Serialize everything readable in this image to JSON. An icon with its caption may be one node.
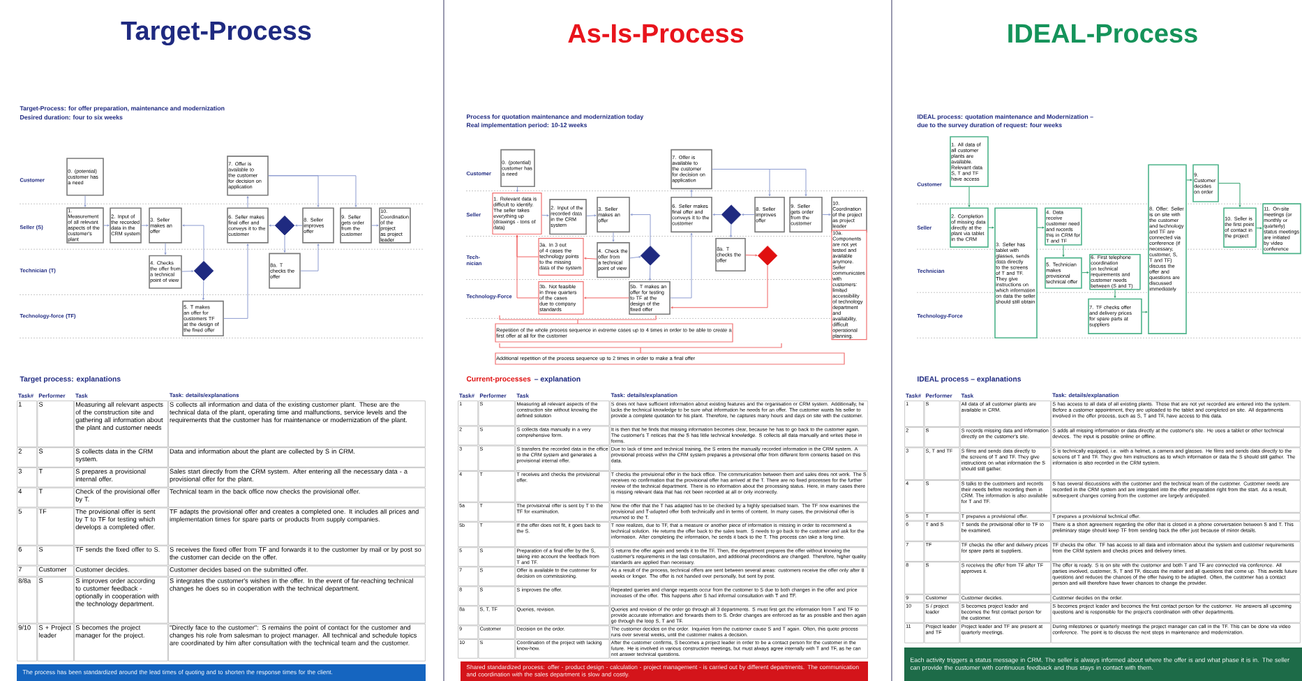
{
  "diagram": {
    "nodes": [
      {
        "text": [
          "0. (potential) customer has a need"
        ]
      },
      {
        "text": [
          "1. Measurement of all relevant aspects of the customer's plant"
        ]
      },
      {
        "text": [
          "2. Input of the recorded data in the CRM system"
        ]
      },
      {
        "text": [
          "3. Seller makes an offer"
        ]
      },
      {
        "text": [
          "4. Checks the offer from a technical point of view"
        ]
      },
      {
        "text": [],
        "shape": "diamond"
      },
      {
        "text": [
          "5. T makes an offer for customers TF at the design of the fixed offer"
        ]
      },
      {
        "text": [
          "7. Offer is available to the customer for decision on application"
        ]
      },
      {
        "text": [
          "6. Seller makes final offer and conveys it to the customer"
        ]
      },
      {
        "text": [],
        "shape": "diamond"
      },
      {
        "text": [
          "8. Seller improves offer"
        ]
      },
      {
        "text": [
          "8a. T checks the offer"
        ]
      },
      {
        "text": [
          "9. Seller gets order from the customer"
        ]
      },
      {
        "text": [
          "10. Coordination of the project as project leader"
        ]
      },
      {
        "text": [
          "0. (potential) customer has a need"
        ]
      },
      {
        "text": [
          "1. Relevant data is difficult to identify. The seller takes everything up (drawings - tons of data)"
        ]
      },
      {
        "text": [
          "2. Input of the recorded data in the CRM system"
        ]
      },
      {
        "text": [
          "3. Seller makes an offer"
        ]
      },
      {
        "text": [
          "3a. In 3 out of 4 cases the technology points to the missing data of the system"
        ]
      },
      {
        "text": [
          "4. Check the offer from a technical point of view"
        ]
      },
      {
        "text": [],
        "shape": "diamond"
      },
      {
        "text": [
          "3b. Not feasible in three quarters of the cases due to company standards"
        ]
      },
      {
        "text": [
          "5b. T makes an offer for testing to TF at the design of the fixed offer"
        ]
      },
      {
        "text": [
          "7. Offer is available to the customer for decision on application"
        ]
      },
      {
        "text": [
          "6. Seller makes final offer and conveys it to the customer"
        ]
      },
      {
        "text": [],
        "shape": "diamond"
      },
      {
        "text": [
          "8. Seller improves offer"
        ]
      },
      {
        "text": [
          "8a. T checks the offer"
        ]
      },
      {
        "text": [],
        "shape": "diamond"
      },
      {
        "text": [
          "9. Seller gets order from the customer"
        ]
      },
      {
        "text": [
          "10. Coordination of the project as project leader"
        ]
      },
      {
        "text": [
          "10a. Components are not yet tested and available anymore. Seller communicates with customers: limited accessibility of technology department and availability, difficult operational planning."
        ]
      },
      {
        "text": [
          "Repetition of the whole process sequence in extreme cases up to 4 times in order to be able to create a first offer at all for the customer"
        ]
      },
      {
        "text": [
          "Additional repetition of the process sequence up to 2 times in order to make a final offer"
        ]
      },
      {
        "text": [
          "1. All data of all customer plants are available. Relevant data S, T and TF have access"
        ]
      },
      {
        "text": [
          "2. Completion of missing data directly at the plant via tablet in the CRM"
        ]
      },
      {
        "text": [
          "3. Seller has tablet with glasses, sends data directly to the screens of T and TF. They give instructions on which information on data the seller should still obtain"
        ]
      },
      {
        "text": [
          "4. Data receive customer need and records this in CRM for T and TF"
        ]
      },
      {
        "text": [
          "5. Technician makes provisional technical offer"
        ]
      },
      {
        "text": [
          "6. First telephone coordination on technical requirements and customer needs between (S and T)"
        ]
      },
      {
        "text": [
          "7. TF checks offer and delivery prices for spare parts at suppliers"
        ]
      },
      {
        "text": [
          "8. Offer: Seller is on site with the customer and technology and TF are connected via conference (if necessary, customer, S, T and TF) discuss the offer and questions are discussed immediately"
        ]
      },
      {
        "text": [
          "9. Customer decides on order"
        ]
      },
      {
        "text": [
          "10. Seller is the first point of contact in the project"
        ]
      },
      {
        "text": [
          "11. On-site meetings (or monthly or quarterly) status meetings are initiated by video conference"
        ]
      }
    ],
    "edges": [
      {
        "from": 0,
        "to": 1,
        "arrow": "to"
      },
      {
        "from": 1,
        "to": 2,
        "arrow": "to"
      },
      {
        "from": 2,
        "to": 3,
        "arrow": "to"
      },
      {
        "from": 3,
        "to": 4,
        "arrow": "to"
      },
      {
        "from": 4,
        "to": 5,
        "arrow": "to"
      },
      {
        "from": 5,
        "to": 6,
        "arrow": "to"
      },
      {
        "from": 5,
        "to": 3,
        "arrow": "to"
      },
      {
        "from": 6,
        "to": 8,
        "arrow": "to"
      },
      {
        "from": 8,
        "to": 7,
        "arrow": "to"
      },
      {
        "from": 7,
        "to": 10,
        "arrow": "to"
      },
      {
        "from": 7,
        "to": 12,
        "arrow": "to"
      },
      {
        "from": 10,
        "to": 9,
        "arrow": "to"
      },
      {
        "from": 9,
        "to": 8,
        "arrow": "to"
      },
      {
        "from": 9,
        "to": 11,
        "arrow": "to"
      },
      {
        "from": 11,
        "to": 10,
        "arrow": "to"
      },
      {
        "from": 12,
        "to": 13,
        "arrow": "to"
      },
      {
        "from": 14,
        "to": 15,
        "arrow": "to"
      },
      {
        "from": 15,
        "to": 16,
        "arrow": "to"
      },
      {
        "from": 16,
        "to": 17,
        "arrow": "to"
      },
      {
        "from": 17,
        "to": 19,
        "arrow": "to"
      },
      {
        "from": 19,
        "to": 20,
        "arrow": "to"
      },
      {
        "from": 20,
        "to": 22,
        "arrow": "to"
      },
      {
        "from": 20,
        "to": 17,
        "arrow": "to"
      },
      {
        "from": 22,
        "to": 24,
        "arrow": "to"
      },
      {
        "from": 24,
        "to": 23,
        "arrow": "to"
      },
      {
        "from": 23,
        "to": 26,
        "arrow": "to"
      },
      {
        "from": 23,
        "to": 29,
        "arrow": "to"
      },
      {
        "from": 26,
        "to": 25,
        "arrow": "to"
      },
      {
        "from": 25,
        "to": 24,
        "arrow": "to"
      },
      {
        "from": 25,
        "to": 27,
        "arrow": "to"
      },
      {
        "from": 27,
        "to": 28,
        "arrow": "to",
        "color": "#f06060"
      },
      {
        "from": 28,
        "to": 22,
        "arrow": "to",
        "color": "#f06060"
      },
      {
        "from": 22,
        "to": 21,
        "arrow": "to",
        "color": "#f06060"
      },
      {
        "from": 21,
        "to": 15,
        "arrow": "to",
        "color": "#f06060"
      },
      {
        "from": 18,
        "to": 15,
        "arrow": "to",
        "color": "#f06060"
      },
      {
        "from": 19,
        "to": 18,
        "arrow": "to",
        "color": "#f06060"
      },
      {
        "from": 29,
        "to": 30,
        "arrow": "to"
      },
      {
        "from": 34,
        "to": 35,
        "arrow": "to",
        "color": "#2e9e6a"
      },
      {
        "from": 35,
        "to": 36,
        "arrow": "to",
        "color": "#2e9e6a"
      },
      {
        "from": 36,
        "to": 37,
        "arrow": "to",
        "color": "#2e9e6a"
      },
      {
        "from": 37,
        "to": 38,
        "arrow": "to",
        "color": "#2e9e6a"
      },
      {
        "from": 38,
        "to": 39,
        "arrow": "to",
        "color": "#2e9e6a"
      },
      {
        "from": 39,
        "to": 40,
        "arrow": "to",
        "color": "#2e9e6a"
      },
      {
        "from": 40,
        "to": 41,
        "arrow": "to",
        "color": "#2e9e6a"
      },
      {
        "from": 41,
        "to": 42,
        "arrow": "to",
        "color": "#2e9e6a"
      },
      {
        "from": 42,
        "to": 43,
        "arrow": "to",
        "color": "#2e9e6a"
      },
      {
        "from": 43,
        "to": 44,
        "arrow": "to",
        "color": "#2e9e6a"
      }
    ],
    "labels": [
      "Target-Process",
      "Target-Process: for offer preparation, maintenance and modernization",
      "Desired duration: four to six weeks",
      "Customer",
      "Seller (S)",
      "Technician (T)",
      "Technology-force (TF)",
      "Target process: explanations",
      "Task#",
      "Performer",
      "Task",
      "Task: details/explanations",
      "1",
      "S",
      "Measuring all relevant aspects of the construction site and gathering all information about the plant and customer needs",
      "S collects all information and data of the existing customer plant. These are the technical data of the plant, operating time and malfunctions, service levels and the requirements that the customer has for maintenance or modernization of the plant.",
      "2",
      "S",
      "S collects data in the CRM system.",
      "Data and information about the plant are collected by S in CRM.",
      "3",
      "T",
      "S prepares a provisional internal offer.",
      "Sales start directly from the CRM system. After entering all the necessary data - a provisional offer for the plant.",
      "4",
      "T",
      "Check of the provisional offer by T.",
      "Technical team in the back office now checks the provisional offer.",
      "5",
      "TF",
      "The provisional offer is sent by T to TF for testing which develops a completed offer.",
      "TF adapts the provisional offer and creates a completed one. It includes all prices and implementation times for spare parts or products from supply companies.",
      "6",
      "S",
      "TF sends the fixed offer to S.",
      "S receives the fixed offer from TF and forwards it to the customer by mail or by post so the customer can decide on the offer.",
      "7",
      "Customer",
      "Customer decides.",
      "Customer decides based on the submitted offer.",
      "8/8a",
      "S",
      "S improves order according to customer feedback - optionally in cooperation with the technology department.",
      "S integrates the customer's wishes in the offer. In the event of far-reaching technical changes he does so in cooperation with the technical department.",
      "9/10",
      "S + Project leader",
      "S becomes the project manager for the project.",
      "\"Directly face to the customer\": S remains the point of contact for the customer and changes his role from salesman to project manager. All technical and schedule topics are coordinated by him after consultation with the technical team and the customer.",
      "The process has been standardized around the lead times of quoting and to shorten the response times for the client.",
      "As-Is-Process",
      "Process for quotation maintenance and modernization today",
      "Real implementation period: 10-12 weeks",
      "Customer",
      "Seller",
      "Tech-nician",
      "Technology-Force",
      "Current-processes",
      "– explanation",
      "Task#",
      "Performer",
      "Task",
      "Task: details/explanation",
      "1",
      "S",
      "Measuring all relevant aspects of the construction site without knowing the defined solution",
      "S does not have sufficient information about existing features and the organisation or CRM system. Additionally, he lacks the technical knowledge to be sure what information he needs for an offer. The customer wants his seller to provide a complete quotation for his plant. Therefore, he captures many hours and days on site with the customer.",
      "2",
      "S",
      "S collects data manually in a very comprehensive form.",
      "It is then that he finds that missing information becomes clear, because he has to go back to the customer again. The customer's T notices that the S has little technical knowledge. S collects all data manually and writes these in forms.",
      "3",
      "S",
      "S transfers the recorded data in the office to the CRM system and generates a provisional internal offer.",
      "Due to lack of time and technical training, the S enters the manually recorded information in the CRM system. A provisional process within the CRM system prepares a provisional offer from different form contents based on this data.",
      "4",
      "T",
      "T receives and checks the provisional offer.",
      "T checks the provisional offer in the back office. The communication between them and sales does not work. The S receives no confirmation that the provisional offer has arrived at the T. There are no fixed processes for the further review of the technical department. There is no information about the processing status. Here, in many cases there is missing relevant data that has not been recorded at all or only incorrectly.",
      "5a",
      "T",
      "The provisional offer is sent by T to the TF for examination.",
      "Now the offer that the T has adapted has to be checked by a highly specialised team. The TF now examines the provisional and T-adapted offer both technically and in terms of content. In many cases, the provisional offer is returned to the T.",
      "5b",
      "T",
      "If the offer does not fit, it goes back to the S.",
      "T now realizes, due to TF, that a measure or another piece of information is missing in order to recommend a technical solution. He returns the offer back to the sales team. S needs to go back to the customer and ask for the information. After completing the information, he sends it back to the T. This process can take a long time.",
      "5",
      "S",
      "Preparation of a final offer by the S, taking into account the feedback from T and TF.",
      "S returns the offer again and sends it to the TF. Then, the department prepares the offer without knowing the customer's requirements in the last consultation, and additional preconditions are changed. Therefore, higher quality standards are applied than necessary.",
      "7",
      "S",
      "Offer is available to the customer for decision on commissioning.",
      "As a result of the process, technical offers are sent between several areas: customers receive the offer only after 8 weeks or longer. The offer is not handed over personally, but sent by post.",
      "8",
      "S",
      "S improves the offer.",
      "Repeated queries and change requests occur from the customer to S due to both changes in the offer and price increases of the offer. This happens after S had informal consultation with T and TF.",
      "8a",
      "S, T, TF",
      "Queries, revision.",
      "Queries and revision of the order go through all 3 departments. S must first get the information from T and TF to provide accurate information and forwards them to S. Order changes are enforced as far as possible and then again go through the loop S, T and TF.",
      "9",
      "Customer",
      "Decision on the order.",
      "The customer decides on the order. Inquiries from the customer cause S and T again. Often, this quote process runs over several weeks, until the customer makes a decision.",
      "10",
      "S",
      "Coordination of the project with lacking know-how.",
      "After the customer confirms, S becomes a project leader in order to be a contact person for the customer in the future. He is involved in various construction meetings, but must always agree internally with T and TF, as he can not answer technical questions.",
      "Shared standardized process: offer - product design - calculation - project management - is carried out by different departments. The communication and coordination with the sales department is slow and costly.",
      "IDEAL-Process",
      "IDEAL process: quotation maintenance and Modernization –",
      "due to the survey duration of request: four weeks",
      "Customer",
      "Seller",
      "Technician",
      "Technology-Force",
      "IDEAL process – explanations",
      "Task#",
      "Performer",
      "Task",
      "Task: details/explanation",
      "1",
      "S",
      "All data of all customer plants are available in CRM.",
      "S has access to all data of all existing plants. Those that are not yet recorded are entered into the system. Before a customer appointment, they are uploaded to the tablet and completed on site. All departments involved in the offer process, such as S, T and TF, have access to this data.",
      "2",
      "S",
      "S records missing data and information directly on the customer's site.",
      "S adds all missing information or data directly at the customer's site. He uses a tablet or other technical devices. The input is possible online or offline.",
      "3",
      "S, T and TF",
      "S films and sends data directly to the screens of T and TF. They give instructions on what information the S should still gather.",
      "S is technically equipped, i.e. with a helmet, a camera and glasses. He films and sends data directly to the screens of T and TF. They give him instructions as to which information or data the S should still gather. The information is also recorded in the CRM system.",
      "4",
      "S",
      "S talks to the customers and records their needs before recording them in CRM. The information is also available for T and TF.",
      "S has several discussions with the customer and the technical team of the customer. Customer needs are recorded in the CRM system and are integrated into the offer preparation right from the start. As a result, subsequent changes coming from the customer are largely anticipated.",
      "5",
      "T",
      "T prepares a provisional offer.",
      "T prepares a provisional technical offer.",
      "6",
      "T and S",
      "T sends the provisional offer to TF to be examined.",
      "There is a short agreement regarding the offer that is closed in a phone conversation between S and T. This preliminary stage should keep TF from sending back the offer just because of minor details.",
      "7",
      "TF",
      "TF checks the offer and delivery prices for spare parts at suppliers.",
      "TF checks the offer. TF has access to all data and information about the system and customer requirements from the CRM system and checks prices and delivery times.",
      "8",
      "S",
      "S receives the offer from TF after TF approves it.",
      "The offer is ready. S is on site with the customer and both T and TF are connected via conference. All parties involved, customer, S, T and TF, discuss the matter and all questions that come up. This avoids future questions and reduces the chances of the offer having to be adapted. Often, the customer has a contact person and will therefore have fewer chances to change the provider.",
      "9",
      "Customer",
      "Customer decides.",
      "Customer decides on the order.",
      "10",
      "S / project leader",
      "S becomes project leader and becomes the first contact person for the customer.",
      "S becomes project leader and becomes the first contact person for the customer. He answers all upcoming questions and is responsible for the project's coordination with other departments.",
      "11",
      "Project leader and TF",
      "Project leader and TF are present at quarterly meetings.",
      "During milestones or quarterly meetings the project manager can call in the TF. This can be done via video conference. The point is to discuss the next steps in maintenance and modernization.",
      "Each activity triggers a status message in CRM. The seller is always informed about where the offer is and what phase it is in. The seller can provide the customer with continuous feedback and thus stays in contact with them."
    ]
  }
}
